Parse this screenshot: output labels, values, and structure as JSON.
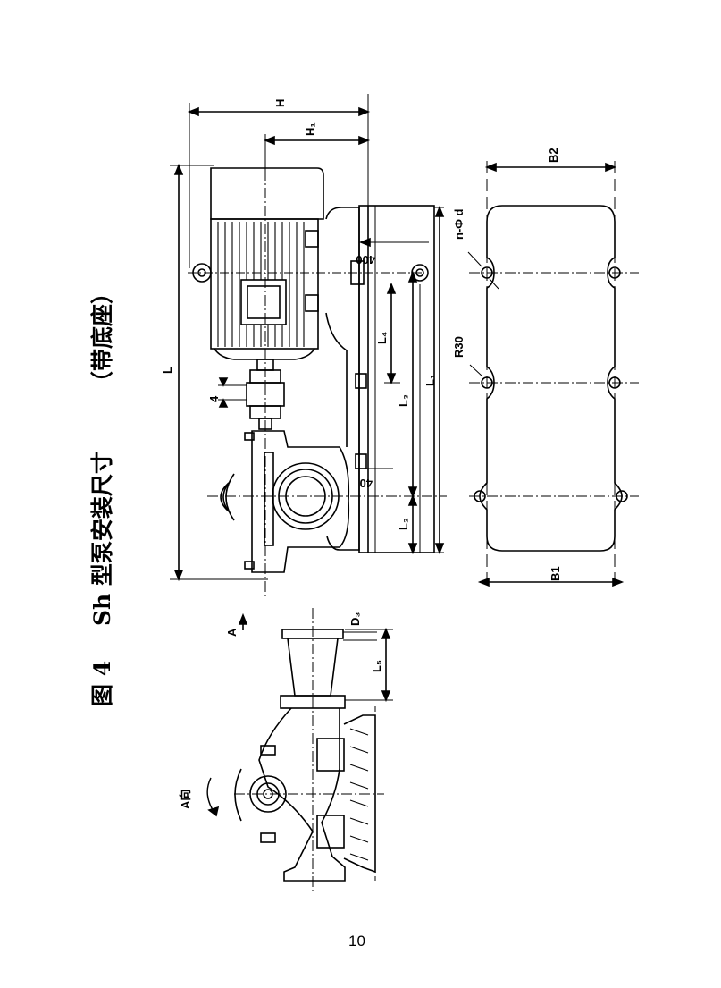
{
  "figure": {
    "number": "图 4",
    "title": "Sh 型泵安装尺寸",
    "note": "（带底座）"
  },
  "dimension_labels": {
    "H": "H",
    "H1": "H₁",
    "L": "L",
    "L1": "L₁",
    "L2": "L₂",
    "L3": "L₃",
    "L4": "L₄",
    "L5": "L₅",
    "B1": "B1",
    "B2": "B2",
    "D3": "D₃",
    "d400": "400",
    "d40": "40",
    "d4": "4",
    "nPhiD": "n-Φ d",
    "R30": "R30",
    "arrowA": "A",
    "viewA": "A向"
  },
  "page_number": "10"
}
